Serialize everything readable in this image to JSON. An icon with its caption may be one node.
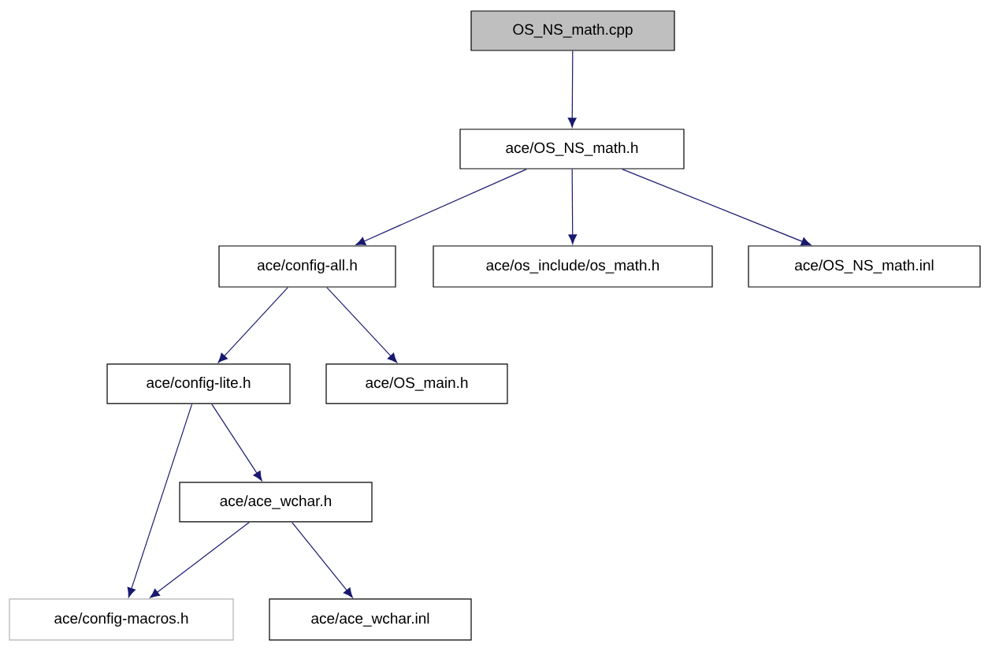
{
  "diagram": {
    "nodes": [
      {
        "text": [
          "OS_NS_math.cpp"
        ]
      },
      {
        "text": [
          "ace/OS_NS_math.h"
        ]
      },
      {
        "text": [
          "ace/config-all.h"
        ]
      },
      {
        "text": [
          "ace/os_include/os_math.h"
        ]
      },
      {
        "text": [
          "ace/OS_NS_math.inl"
        ]
      },
      {
        "text": [
          "ace/config-lite.h"
        ]
      },
      {
        "text": [
          "ace/OS_main.h"
        ]
      },
      {
        "text": [
          "ace/ace_wchar.h"
        ]
      },
      {
        "text": [
          "ace/config-macros.h"
        ]
      },
      {
        "text": [
          "ace/ace_wchar.inl"
        ]
      }
    ],
    "edges": [
      {
        "from": 0,
        "to": 1,
        "arrow": "to"
      },
      {
        "from": 1,
        "to": 2,
        "arrow": "to"
      },
      {
        "from": 1,
        "to": 3,
        "arrow": "to"
      },
      {
        "from": 1,
        "to": 4,
        "arrow": "to"
      },
      {
        "from": 2,
        "to": 5,
        "arrow": "to"
      },
      {
        "from": 2,
        "to": 6,
        "arrow": "to"
      },
      {
        "from": 5,
        "to": 8,
        "arrow": "to"
      },
      {
        "from": 5,
        "to": 7,
        "arrow": "to"
      },
      {
        "from": 7,
        "to": 8,
        "arrow": "to"
      },
      {
        "from": 7,
        "to": 9,
        "arrow": "to"
      }
    ]
  }
}
